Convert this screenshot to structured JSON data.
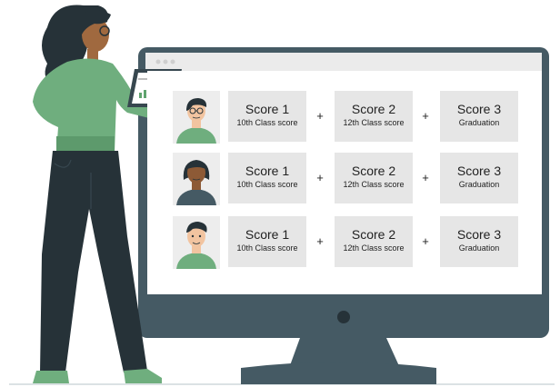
{
  "rows": [
    {
      "avatar": "man-with-glasses-avatar",
      "scores": [
        {
          "title": "Score 1",
          "subtitle": "10th Class score"
        },
        {
          "title": "Score 2",
          "subtitle": "12th Class score"
        },
        {
          "title": "Score 3",
          "subtitle": "Graduation"
        }
      ],
      "operators": [
        "+",
        "+"
      ]
    },
    {
      "avatar": "woman-avatar",
      "scores": [
        {
          "title": "Score 1",
          "subtitle": "10th Class score"
        },
        {
          "title": "Score 2",
          "subtitle": "12th Class score"
        },
        {
          "title": "Score 3",
          "subtitle": "Graduation"
        }
      ],
      "operators": [
        "+",
        "+"
      ]
    },
    {
      "avatar": "man-avatar",
      "scores": [
        {
          "title": "Score 1",
          "subtitle": "10th Class score"
        },
        {
          "title": "Score 2",
          "subtitle": "12th Class score"
        },
        {
          "title": "Score 3",
          "subtitle": "Graduation"
        }
      ],
      "operators": [
        "+",
        "+"
      ]
    }
  ],
  "colors": {
    "monitor": "#455a64",
    "screen_bezel": "#ebebeb",
    "shirt_green": "#6fae7e",
    "pants_dark": "#263238",
    "skin": "#a0693f",
    "chart_green": "#5fa36e"
  }
}
